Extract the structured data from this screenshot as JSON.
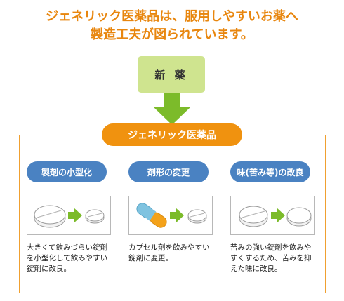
{
  "heading": {
    "line1": "ジェネリック医薬品は、服用しやすいお薬へ",
    "line2": "製造工夫が図られています。"
  },
  "new_drug_label": "新 薬",
  "generic_label": "ジェネリック医薬品",
  "columns": [
    {
      "title": "製剤の小型化",
      "description": "大きくて飲みづらい錠剤を小型化して飲みやすい錠剤に改良。"
    },
    {
      "title": "剤形の変更",
      "description": "カプセル剤を飲みやすい錠剤に変更。"
    },
    {
      "title": "味(苦み等)の改良",
      "description": "苦みの強い錠剤を飲みやすくするため、苦みを抑えた味に改良。"
    }
  ],
  "colors": {
    "heading": "#e8860e",
    "new_drug_box": "#cfe48f",
    "arrow": "#7cbb2a",
    "generic_pill": "#f0920f",
    "badge": "#4a82c2",
    "frame": "#f0a030",
    "capsule_blue": "#7fc3e0",
    "capsule_orange": "#f4a21a"
  }
}
